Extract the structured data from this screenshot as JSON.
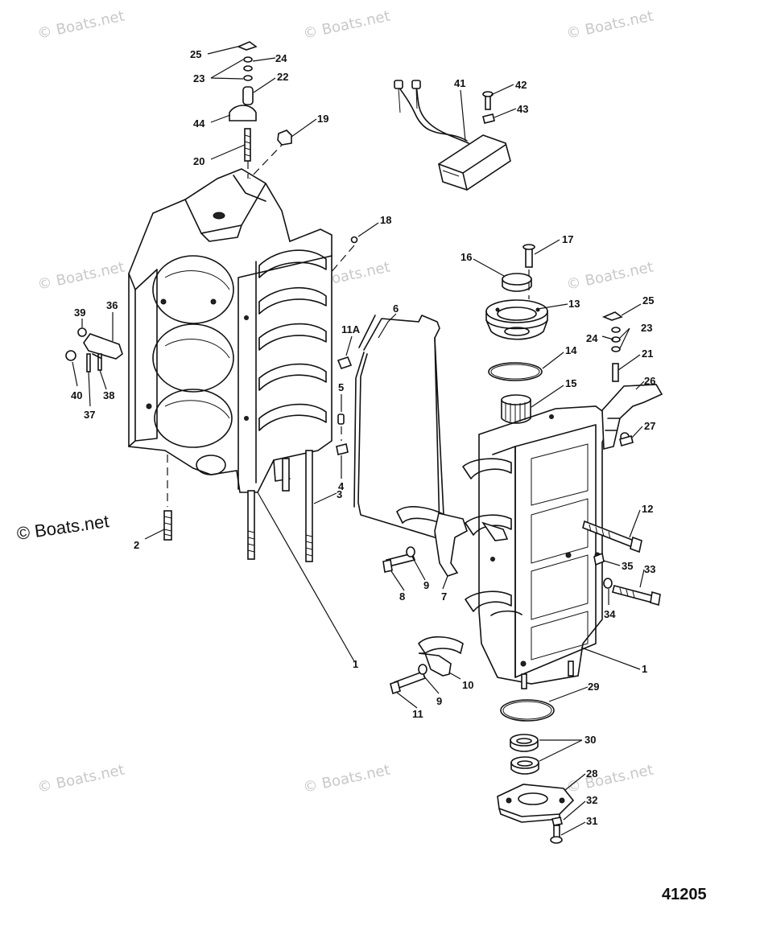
{
  "watermarks": [
    {
      "text": "© Boats.net"
    },
    {
      "text": "© Boats.net"
    },
    {
      "text": "© Boats.net"
    },
    {
      "text": "© Boats.net"
    },
    {
      "text": "© Boats.net"
    },
    {
      "text": "© Boats.net"
    },
    {
      "text": "© Boats.net"
    },
    {
      "text": "© Boats.net"
    },
    {
      "text": "© Boats.net"
    }
  ],
  "copyright": "© Boats.net",
  "figure_number": "41205",
  "callouts": [
    {
      "label": "25"
    },
    {
      "label": "24"
    },
    {
      "label": "23"
    },
    {
      "label": "22"
    },
    {
      "label": "44"
    },
    {
      "label": "19"
    },
    {
      "label": "20"
    },
    {
      "label": "18"
    },
    {
      "label": "39"
    },
    {
      "label": "36"
    },
    {
      "label": "40"
    },
    {
      "label": "37"
    },
    {
      "label": "38"
    },
    {
      "label": "11A"
    },
    {
      "label": "5"
    },
    {
      "label": "4"
    },
    {
      "label": "3"
    },
    {
      "label": "2"
    },
    {
      "label": "1"
    },
    {
      "label": "6"
    },
    {
      "label": "41"
    },
    {
      "label": "42"
    },
    {
      "label": "43"
    },
    {
      "label": "17"
    },
    {
      "label": "16"
    },
    {
      "label": "13"
    },
    {
      "label": "25"
    },
    {
      "label": "24"
    },
    {
      "label": "23"
    },
    {
      "label": "14"
    },
    {
      "label": "21"
    },
    {
      "label": "15"
    },
    {
      "label": "26"
    },
    {
      "label": "27"
    },
    {
      "label": "12"
    },
    {
      "label": "35"
    },
    {
      "label": "33"
    },
    {
      "label": "34"
    },
    {
      "label": "8"
    },
    {
      "label": "9"
    },
    {
      "label": "7"
    },
    {
      "label": "1"
    },
    {
      "label": "11"
    },
    {
      "label": "9"
    },
    {
      "label": "10"
    },
    {
      "label": "29"
    },
    {
      "label": "30"
    },
    {
      "label": "28"
    },
    {
      "label": "32"
    },
    {
      "label": "31"
    }
  ]
}
